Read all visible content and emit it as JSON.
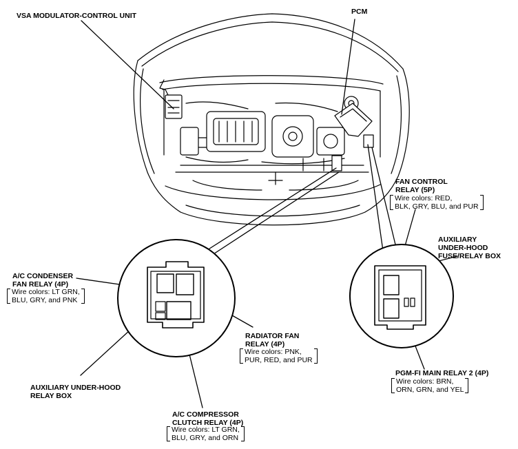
{
  "labels": {
    "vsa": "VSA MODULATOR-CONTROL UNIT",
    "pcm": "PCM",
    "fan_control_title": [
      "FAN CONTROL",
      "RELAY (5P)"
    ],
    "fan_control_wires": [
      "Wire colors: RED,",
      "BLK, GRY, BLU, and PUR"
    ],
    "aux_fuse_box": [
      "AUXILIARY",
      "UNDER-HOOD",
      "FUSE/RELAY BOX"
    ],
    "ac_condenser_title": [
      "A/C CONDENSER",
      "FAN RELAY (4P)"
    ],
    "ac_condenser_wires": [
      "Wire colors: LT GRN,",
      "BLU, GRY, and PNK"
    ],
    "radiator_title": [
      "RADIATOR FAN",
      "RELAY (4P)"
    ],
    "radiator_wires": [
      "Wire colors: PNK,",
      "PUR, RED, and PUR"
    ],
    "aux_relay_box": [
      "AUXILIARY UNDER-HOOD",
      "RELAY BOX"
    ],
    "ac_compressor_title": [
      "A/C COMPRESSOR",
      "CLUTCH RELAY (4P)"
    ],
    "ac_compressor_wires": [
      "Wire colors: LT GRN,",
      "BLU, GRY, and ORN"
    ],
    "pgm_title": "PGM-FI MAIN RELAY 2 (4P)",
    "pgm_wires": [
      "Wire colors: BRN,",
      "ORN, GRN, and YEL"
    ]
  }
}
